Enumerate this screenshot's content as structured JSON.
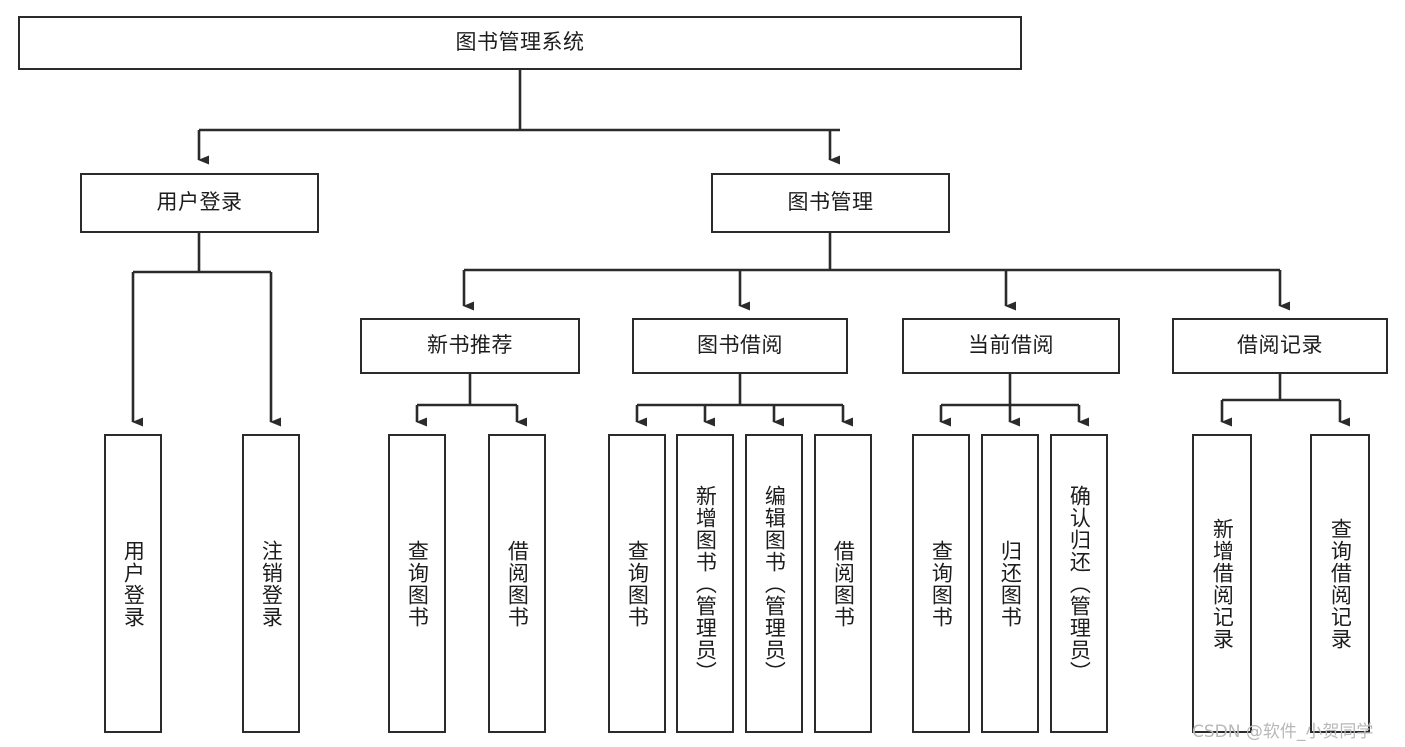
{
  "diagram": {
    "title": "图书管理系统",
    "type": "tree-hierarchy",
    "root": {
      "id": "root",
      "label": "图书管理系统"
    },
    "level2": [
      {
        "id": "user-login",
        "label": "用户登录"
      },
      {
        "id": "book-manage",
        "label": "图书管理"
      }
    ],
    "level3": [
      {
        "id": "new-book-recommend",
        "label": "新书推荐",
        "parent": "book-manage"
      },
      {
        "id": "book-borrow",
        "label": "图书借阅",
        "parent": "book-manage"
      },
      {
        "id": "current-borrow",
        "label": "当前借阅",
        "parent": "book-manage"
      },
      {
        "id": "borrow-record",
        "label": "借阅记录",
        "parent": "book-manage"
      }
    ],
    "leaves": {
      "user-login": [
        {
          "id": "leaf-user-login",
          "label": "用户登录"
        },
        {
          "id": "leaf-user-logout",
          "label": "注销登录"
        }
      ],
      "new-book-recommend": [
        {
          "id": "leaf-query-book-1",
          "label": "查询图书"
        },
        {
          "id": "leaf-borrow-book-1",
          "label": "借阅图书"
        }
      ],
      "book-borrow": [
        {
          "id": "leaf-query-book-2",
          "label": "查询图书"
        },
        {
          "id": "leaf-add-book",
          "label": "新增图书（管理员）"
        },
        {
          "id": "leaf-edit-book",
          "label": "编辑图书（管理员）"
        },
        {
          "id": "leaf-borrow-book-2",
          "label": "借阅图书"
        }
      ],
      "current-borrow": [
        {
          "id": "leaf-query-book-3",
          "label": "查询图书"
        },
        {
          "id": "leaf-return-book",
          "label": "归还图书"
        },
        {
          "id": "leaf-confirm-return",
          "label": "确认归还（管理员）"
        }
      ],
      "borrow-record": [
        {
          "id": "leaf-add-record",
          "label": "新增借阅记录"
        },
        {
          "id": "leaf-query-record",
          "label": "查询借阅记录"
        }
      ]
    }
  },
  "watermark": {
    "text": "CSDN @软件_小贺同学"
  },
  "colors": {
    "stroke": "#2b2b2b",
    "background": "#ffffff",
    "text": "#1d1d1d",
    "watermark": "#b8b8b8"
  }
}
